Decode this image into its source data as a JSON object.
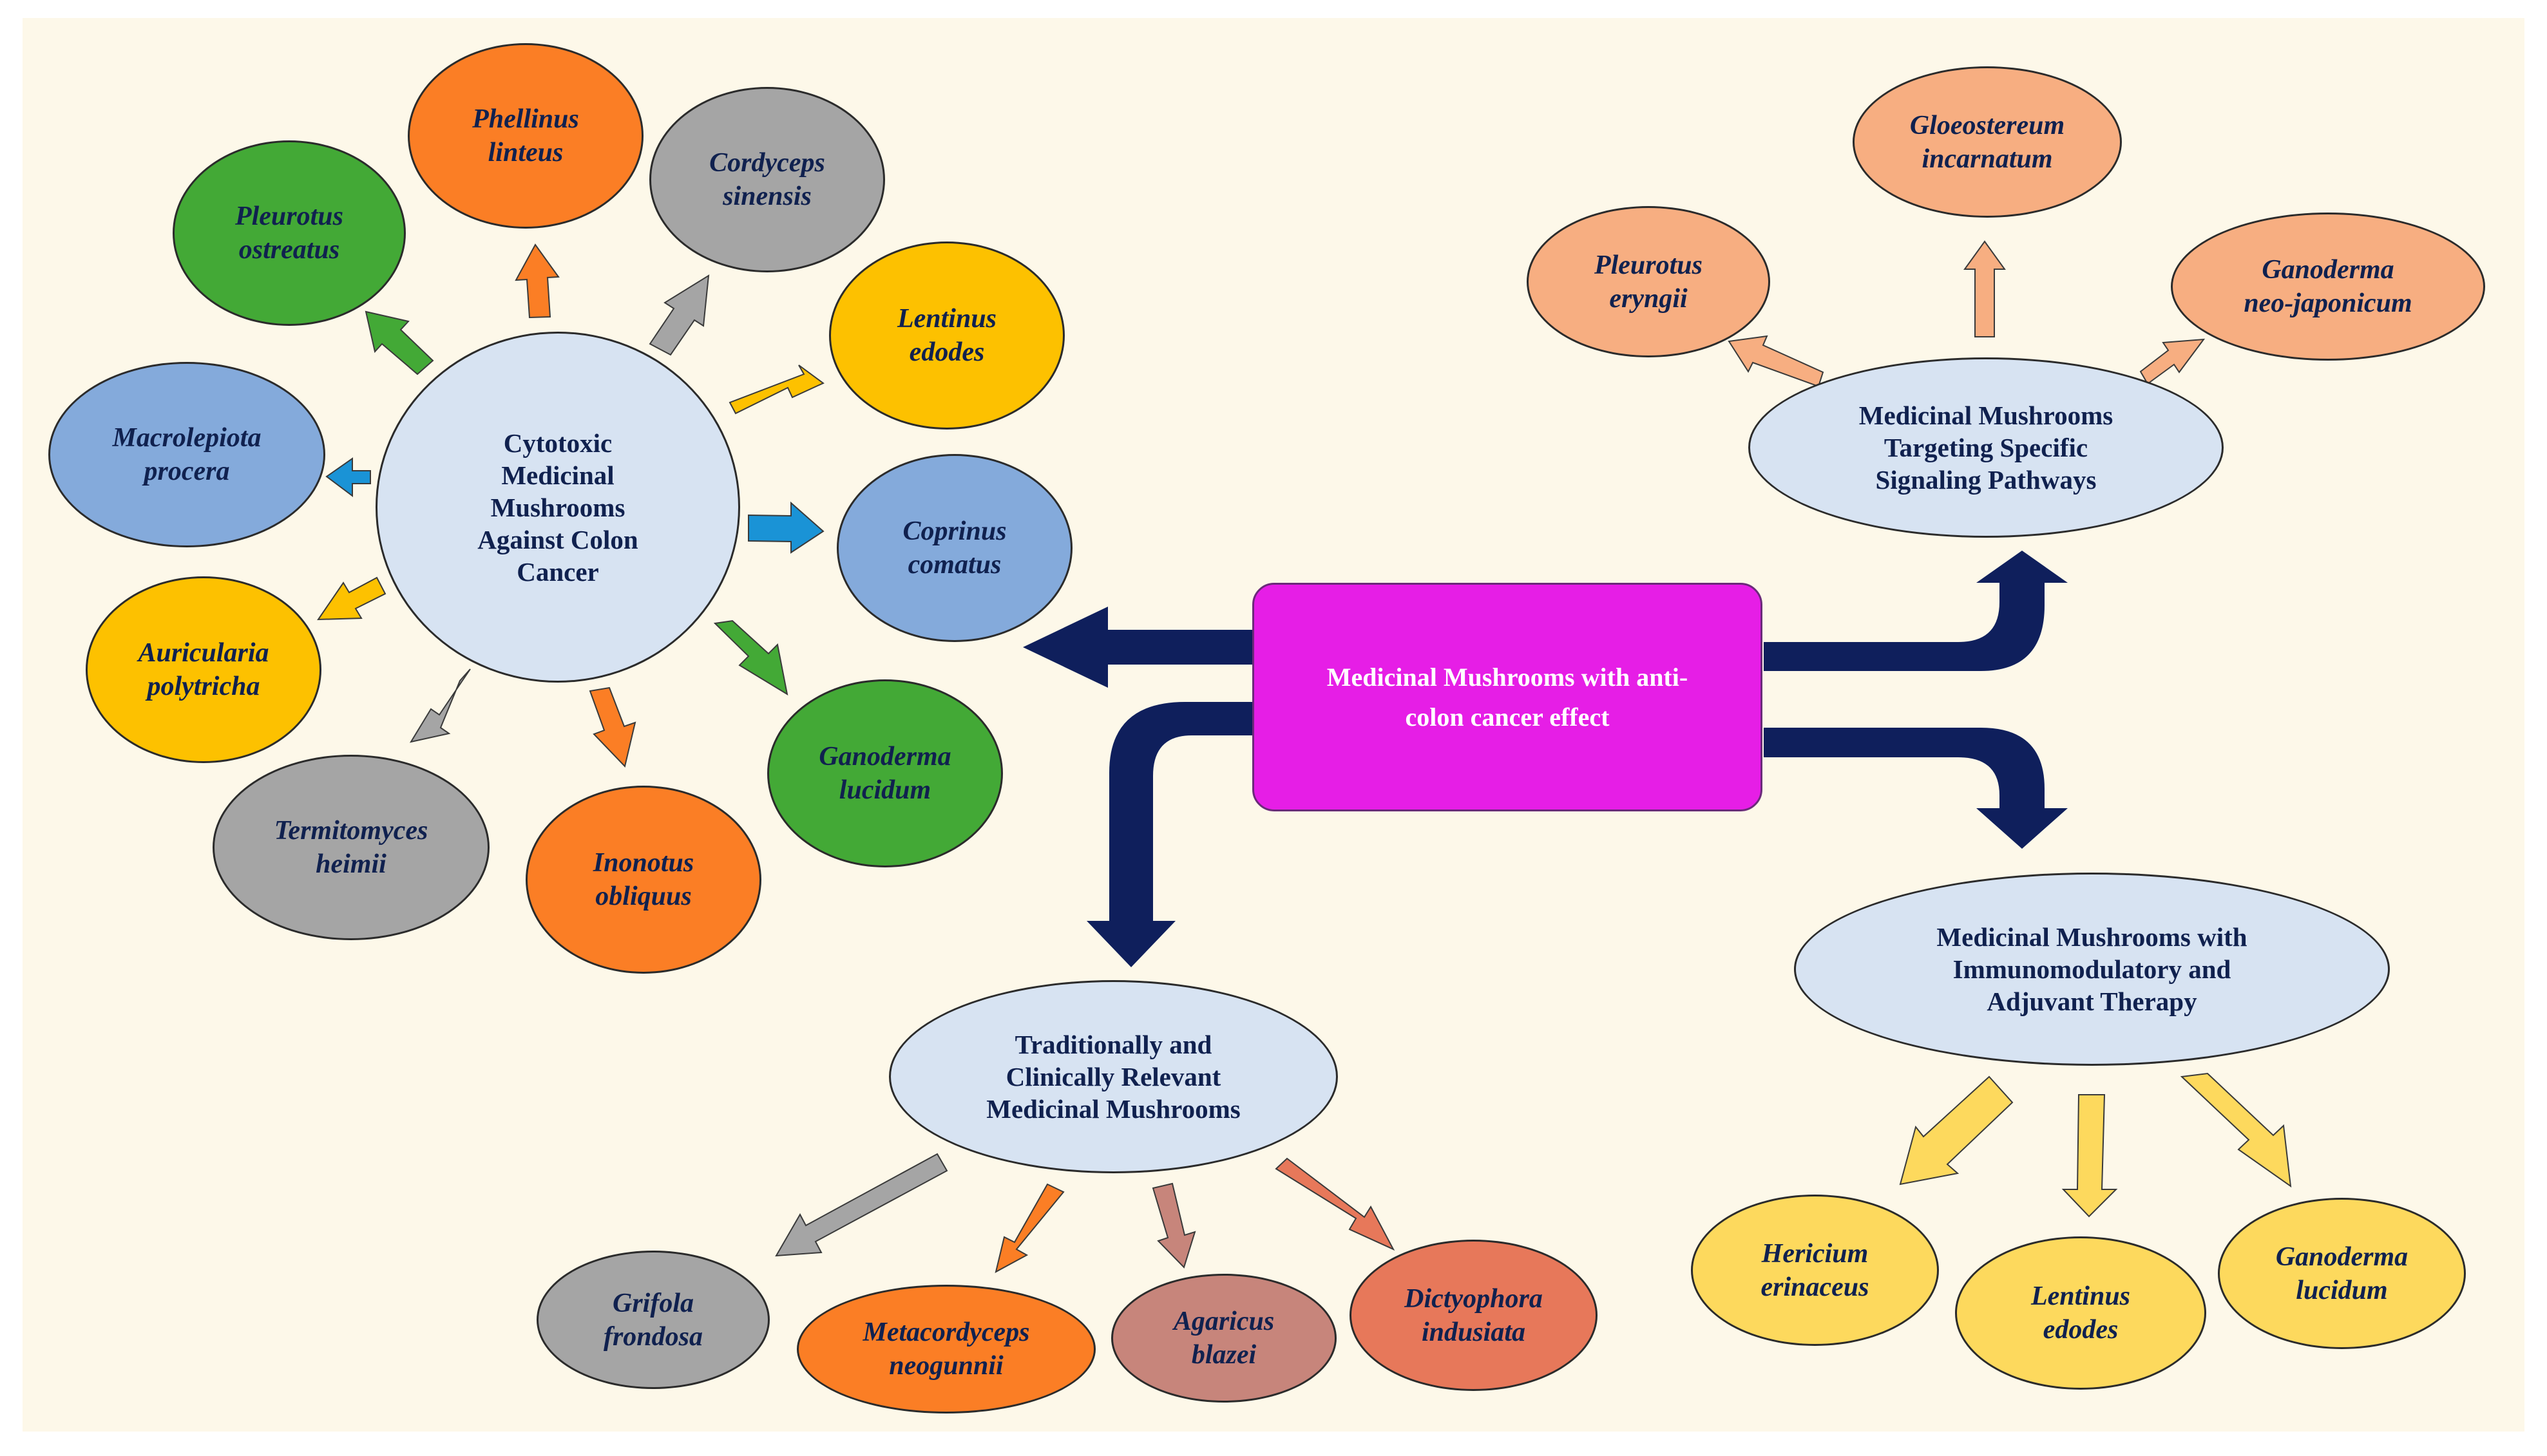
{
  "colors": {
    "background": "#fdf8e9",
    "navy": "#0f1f5c",
    "hub_fill": "#d7e3f2",
    "center_fill": "#e61ee6",
    "green": "#43a936",
    "orange": "#fb7e25",
    "gray": "#a5a5a5",
    "gold": "#fdc100",
    "blue": "#84aadb",
    "blue_arrow": "#1a93d6",
    "peach": "#f7ae81",
    "yellow": "#fdd95d",
    "rose": "#c7857b",
    "salmon": "#e7785a"
  },
  "center": {
    "label": "Medicinal Mushrooms with anti-\ncolon cancer effect"
  },
  "cytotoxic": {
    "title": "Cytotoxic\nMedicinal\nMushrooms\nAgainst Colon\nCancer",
    "species": [
      {
        "name": "Phellinus\nlinteus"
      },
      {
        "name": "Cordyceps\nsinensis"
      },
      {
        "name": "Lentinus\nedodes"
      },
      {
        "name": "Coprinus\ncomatus"
      },
      {
        "name": "Ganoderma\nlucidum"
      },
      {
        "name": "Inonotus\nobliquus"
      },
      {
        "name": "Termitomyces\nheimii"
      },
      {
        "name": "Auricularia\npolytricha"
      },
      {
        "name": "Macrolepiota\nprocera"
      },
      {
        "name": "Pleurotus\nostreatus"
      }
    ]
  },
  "signaling": {
    "title": "Medicinal Mushrooms\nTargeting Specific\nSignaling Pathways",
    "species": [
      {
        "name": "Pleurotus\neryngii"
      },
      {
        "name": "Gloeostereum\nincarnatum"
      },
      {
        "name": "Ganoderma\nneo-japonicum"
      }
    ]
  },
  "immuno": {
    "title": "Medicinal Mushrooms with\nImmunomodulatory and\nAdjuvant Therapy",
    "species": [
      {
        "name": "Hericium\nerinaceus"
      },
      {
        "name": "Lentinus\nedodes"
      },
      {
        "name": "Ganoderma\nlucidum"
      }
    ]
  },
  "traditional": {
    "title": "Traditionally and\nClinically Relevant\nMedicinal Mushrooms",
    "species": [
      {
        "name": "Grifola\nfrondosa"
      },
      {
        "name": "Metacordyceps\nneogunnii"
      },
      {
        "name": "Agaricus\nblazei"
      },
      {
        "name": "Dictyophora\nindusiata"
      }
    ]
  }
}
